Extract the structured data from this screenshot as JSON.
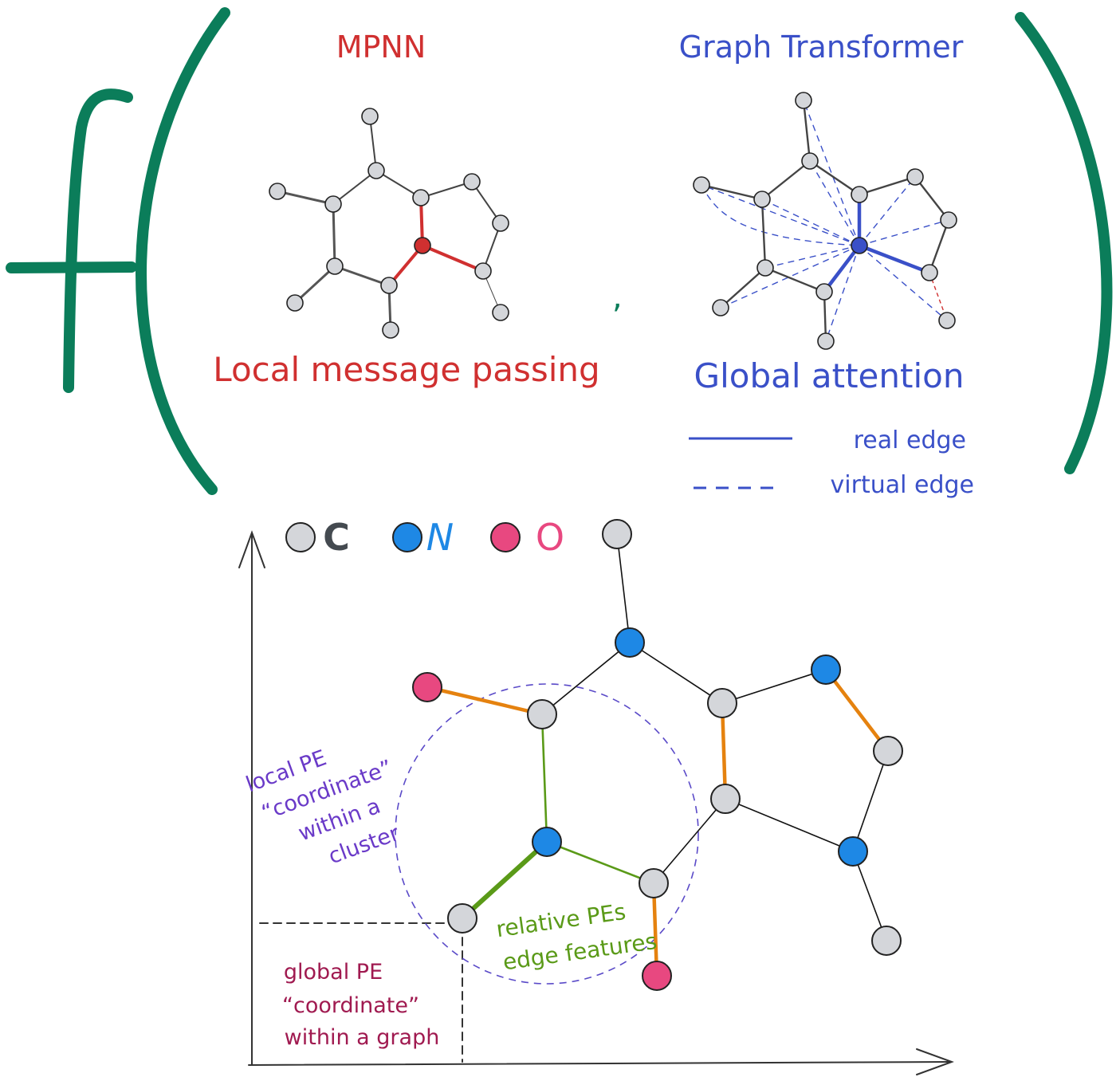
{
  "function_symbol": "f",
  "comma": ",",
  "mpnn": {
    "title": "MPNN",
    "caption": "Local message passing"
  },
  "graph_transformer": {
    "title": "Graph Transformer",
    "caption": "Global attention"
  },
  "edge_legend": {
    "real": "real edge",
    "virtual": "virtual edge"
  },
  "atom_legend": [
    {
      "symbol": "C",
      "fill": "#d4d6da",
      "text_color": "#444a50"
    },
    {
      "symbol": "N",
      "fill": "#1e88e5",
      "text_color": "#1e88e5"
    },
    {
      "symbol": "O",
      "fill": "#e84880",
      "text_color": "#e84880"
    }
  ],
  "annotations": {
    "local_pe": [
      "local PE",
      "“coordinate”",
      "within a",
      "cluster"
    ],
    "relative_pe": [
      "relative PEs",
      "edge features"
    ],
    "global_pe": [
      "global PE",
      "“coordinate”",
      "within a graph"
    ]
  },
  "colors": {
    "green": "#0b7d5a",
    "red": "#d03030",
    "blue": "#3a50c8",
    "carbon": "#d4d6da",
    "nitrogen": "#1e88e5",
    "oxygen": "#e84880",
    "orange": "#e5820f",
    "edge_green": "#5a9a18",
    "purple": "#6a3ac8",
    "maroon": "#a01a50"
  }
}
